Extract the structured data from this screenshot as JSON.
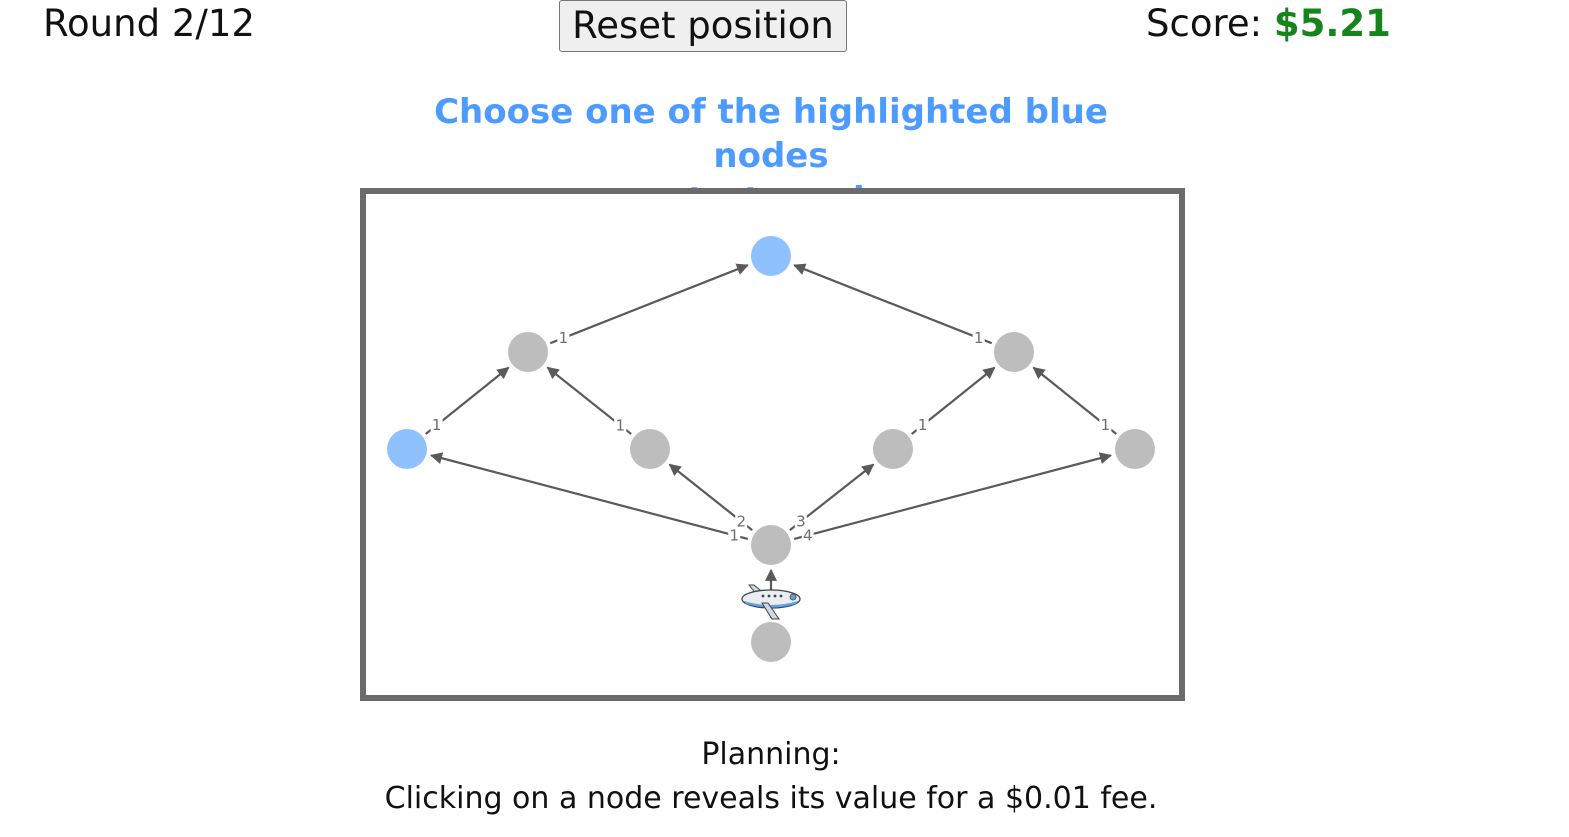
{
  "header": {
    "round_label": "Round 2/12",
    "reset_label": "Reset position",
    "score_label": "Score: ",
    "score_value": "$5.21"
  },
  "instruction": {
    "line1": "Choose one of the highlighted blue nodes",
    "line2": "or start moving."
  },
  "footer": {
    "phase": "Planning:",
    "hint": "Clicking on a node reveals its value for a $0.01 fee."
  },
  "colors": {
    "highlight_node": "#90c1ff",
    "default_node": "#bdbdbd",
    "edge": "#5a5a5a",
    "score": "#16841c",
    "instruction": "#4e9bff"
  },
  "graph": {
    "nodes": [
      {
        "id": "start",
        "state": "default",
        "agent": true
      },
      {
        "id": "root",
        "state": "default"
      },
      {
        "id": "left-outer",
        "state": "highlighted"
      },
      {
        "id": "left-inner",
        "state": "default"
      },
      {
        "id": "right-inner",
        "state": "default"
      },
      {
        "id": "right-outer",
        "state": "default"
      },
      {
        "id": "left-mid",
        "state": "default"
      },
      {
        "id": "right-mid",
        "state": "default"
      },
      {
        "id": "goal",
        "state": "highlighted"
      }
    ],
    "edges": [
      {
        "from": "start",
        "to": "root",
        "label": ""
      },
      {
        "from": "root",
        "to": "left-outer",
        "label": "1"
      },
      {
        "from": "root",
        "to": "left-inner",
        "label": "2"
      },
      {
        "from": "root",
        "to": "right-inner",
        "label": "3"
      },
      {
        "from": "root",
        "to": "right-outer",
        "label": "4"
      },
      {
        "from": "left-outer",
        "to": "left-mid",
        "label": "1"
      },
      {
        "from": "left-inner",
        "to": "left-mid",
        "label": "1"
      },
      {
        "from": "right-inner",
        "to": "right-mid",
        "label": "1"
      },
      {
        "from": "right-outer",
        "to": "right-mid",
        "label": "1"
      },
      {
        "from": "left-mid",
        "to": "goal",
        "label": "1"
      },
      {
        "from": "right-mid",
        "to": "goal",
        "label": "1"
      }
    ],
    "agent_icon": "airplane-icon"
  }
}
